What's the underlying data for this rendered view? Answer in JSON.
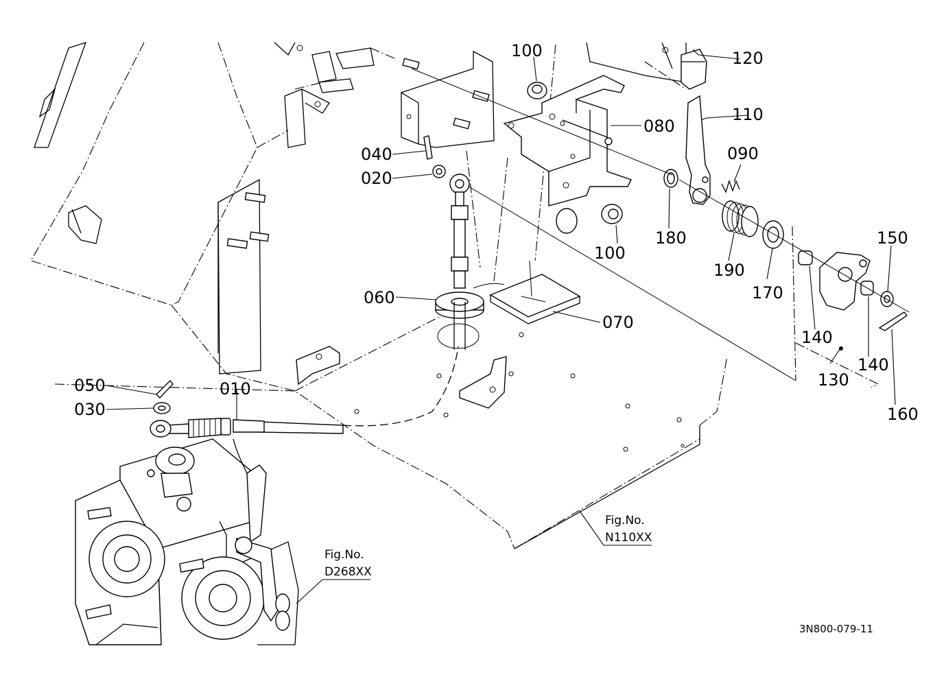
{
  "drawing": {
    "drawing_code": "3N800-079-11",
    "parts": {
      "p010": "010",
      "p020": "020",
      "p030": "030",
      "p040": "040",
      "p050": "050",
      "p060": "060",
      "p070": "070",
      "p080": "080",
      "p090": "090",
      "p100a": "100",
      "p100b": "100",
      "p110": "110",
      "p120": "120",
      "p130": "130",
      "p140a": "140",
      "p140b": "140",
      "p150": "150",
      "p160": "160",
      "p170": "170",
      "p180": "180",
      "p190": "190"
    },
    "references": {
      "floor_fig_label": "Fig.No.",
      "floor_fig_no": "N110XX",
      "pump_fig_label": "Fig.No.",
      "pump_fig_no": "D268XX"
    }
  },
  "colors": {
    "line": "#000000",
    "background": "#ffffff"
  }
}
